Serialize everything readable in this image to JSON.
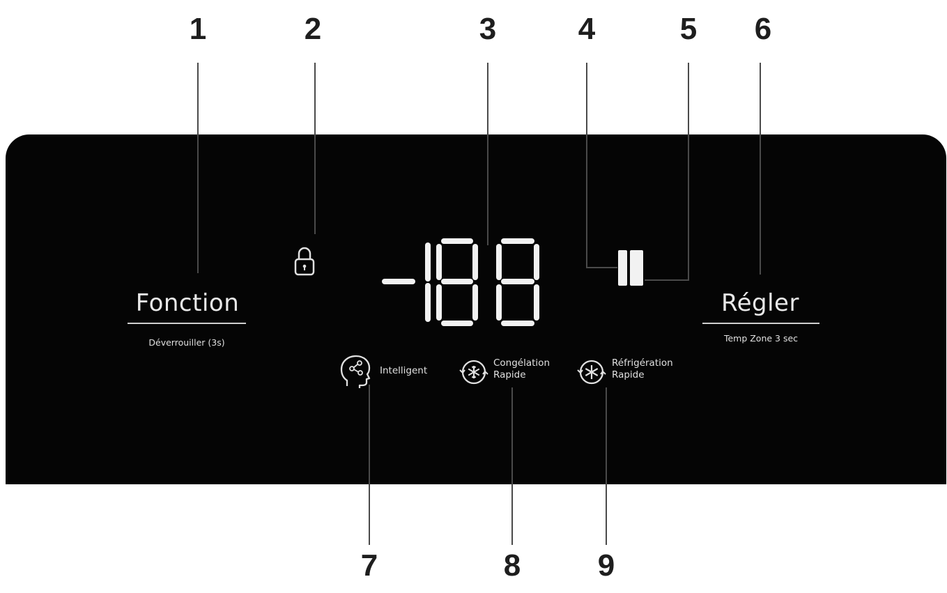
{
  "callouts": [
    "1",
    "2",
    "3",
    "4",
    "5",
    "6",
    "7",
    "8",
    "9"
  ],
  "buttons": {
    "fonction": {
      "label": "Fonction",
      "sub": "Déverrouiller (3s)"
    },
    "regler": {
      "label": "Régler",
      "sub": "Temp Zone 3 sec"
    }
  },
  "indicators": {
    "intelligent": {
      "label": "Intelligent",
      "icon": "head-network-icon"
    },
    "congelation": {
      "line1": "Congélation",
      "line2": "Rapide",
      "icon": "snowflake-circle-icon"
    },
    "refrigeration": {
      "line1": "Réfrigération",
      "line2": "Rapide",
      "icon": "asterisk-circle-icon"
    }
  },
  "display": {
    "icon": "seven-segment-temperature-display"
  },
  "lock": {
    "icon": "padlock-icon"
  },
  "colors": {
    "panel": "#050505",
    "text": "#e0e0e0",
    "callout": "#1e1e1e",
    "leader": "#4a4a4a"
  }
}
